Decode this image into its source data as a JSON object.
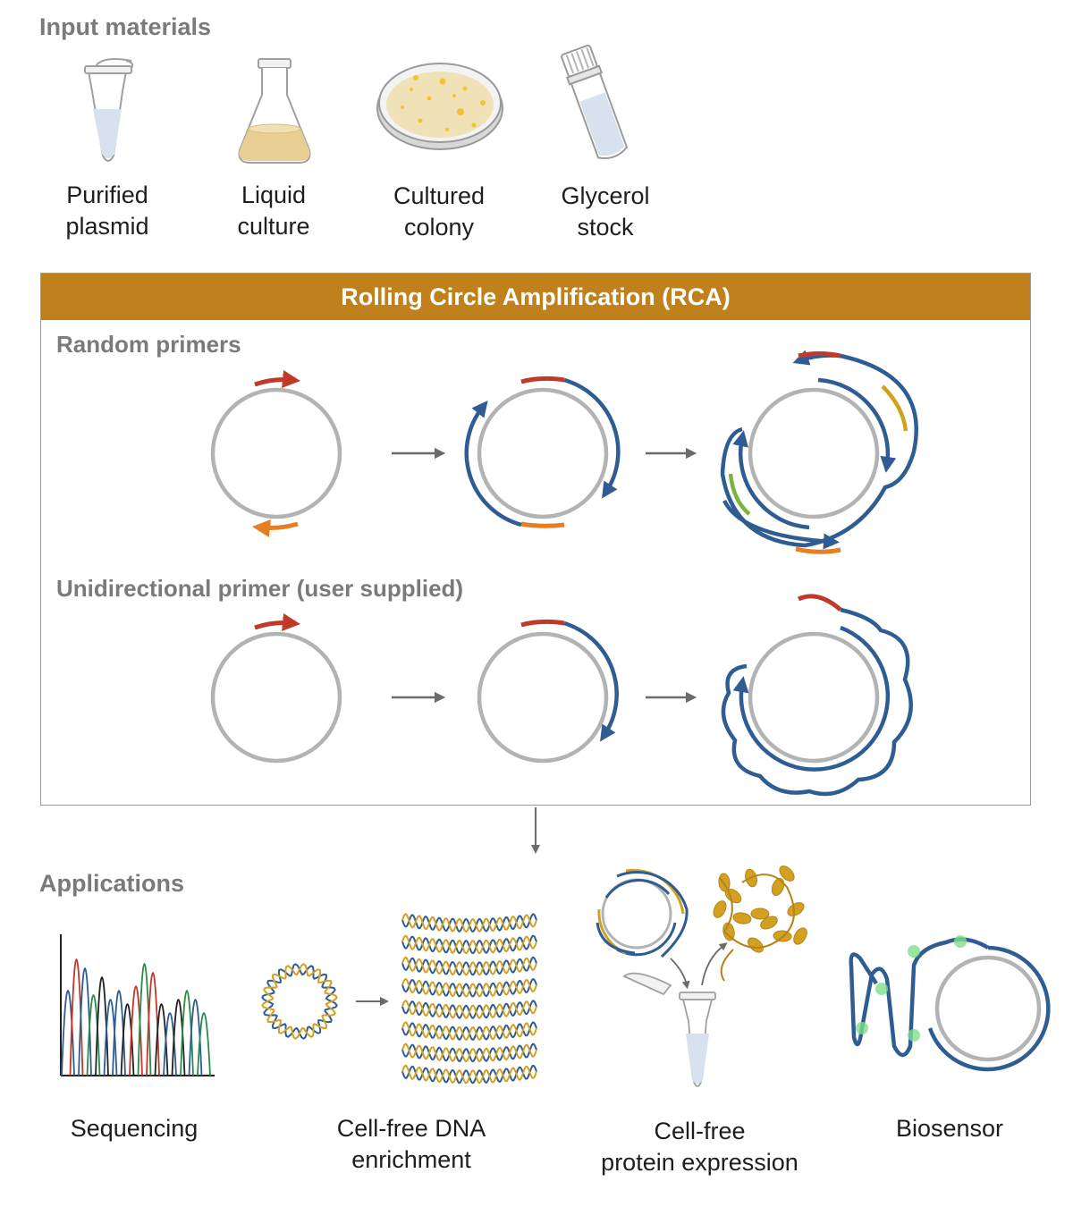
{
  "input": {
    "title": "Input materials",
    "items": [
      {
        "label": "Purified\nplasmid",
        "icon": "microtube-icon"
      },
      {
        "label": "Liquid\nculture",
        "icon": "flask-icon"
      },
      {
        "label": "Cultured\ncolony",
        "icon": "petri-dish-icon"
      },
      {
        "label": "Glycerol\nstock",
        "icon": "cryovial-icon"
      }
    ]
  },
  "rca": {
    "header": "Rolling Circle Amplification (RCA)",
    "random_title": "Random primers",
    "uni_title": "Unidirectional primer (user supplied)"
  },
  "applications": {
    "title": "Applications",
    "items": [
      {
        "label": "Sequencing",
        "icon": "chromatogram-icon"
      },
      {
        "label": "Cell-free DNA\nenrichment",
        "icon": "dna-helix-icon"
      },
      {
        "label": "Cell-free\nprotein expression",
        "icon": "protein-icon"
      },
      {
        "label": "Biosensor",
        "icon": "biosensor-icon"
      }
    ]
  },
  "colors": {
    "accent": "#c0811c",
    "template": "#b3b3b3",
    "strand": "#2f5d93",
    "primer_red": "#c0392b",
    "primer_orange": "#e67e22",
    "gold": "#d4a020",
    "green": "#7fb241"
  }
}
